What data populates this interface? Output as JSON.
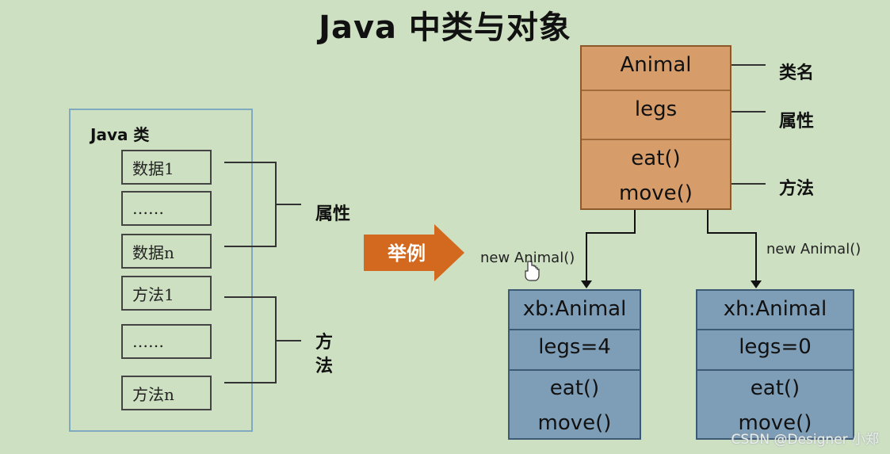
{
  "title": "Java 中类与对象",
  "left_panel": {
    "title": "Java 类",
    "items": [
      "数据1",
      "……",
      "数据n",
      "方法1",
      "……",
      "方法n"
    ],
    "attr_label": "属性",
    "method_label_1": "方",
    "method_label_2": "法"
  },
  "example_tag": "举例",
  "class_box": {
    "name": "Animal",
    "attribute": "legs",
    "methods": [
      "eat()",
      "move()"
    ]
  },
  "side_labels": {
    "class_name": "类名",
    "attribute": "属性",
    "method": "方法"
  },
  "new_labels": [
    "new Animal()",
    "new Animal()"
  ],
  "objects": [
    {
      "name": "xb:Animal",
      "attribute": "legs=4",
      "methods": [
        "eat()",
        "move()"
      ]
    },
    {
      "name": "xh:Animal",
      "attribute": "legs=0",
      "methods": [
        "eat()",
        "move()"
      ]
    }
  ],
  "watermark": "CSDN @Designer 小郑",
  "colors": {
    "background": "#cde0c2",
    "class_fill": "#d69d6b",
    "object_fill": "#7e9db6",
    "arrow_fill": "#d2691e"
  },
  "icons": [
    "hand-cursor-icon"
  ]
}
